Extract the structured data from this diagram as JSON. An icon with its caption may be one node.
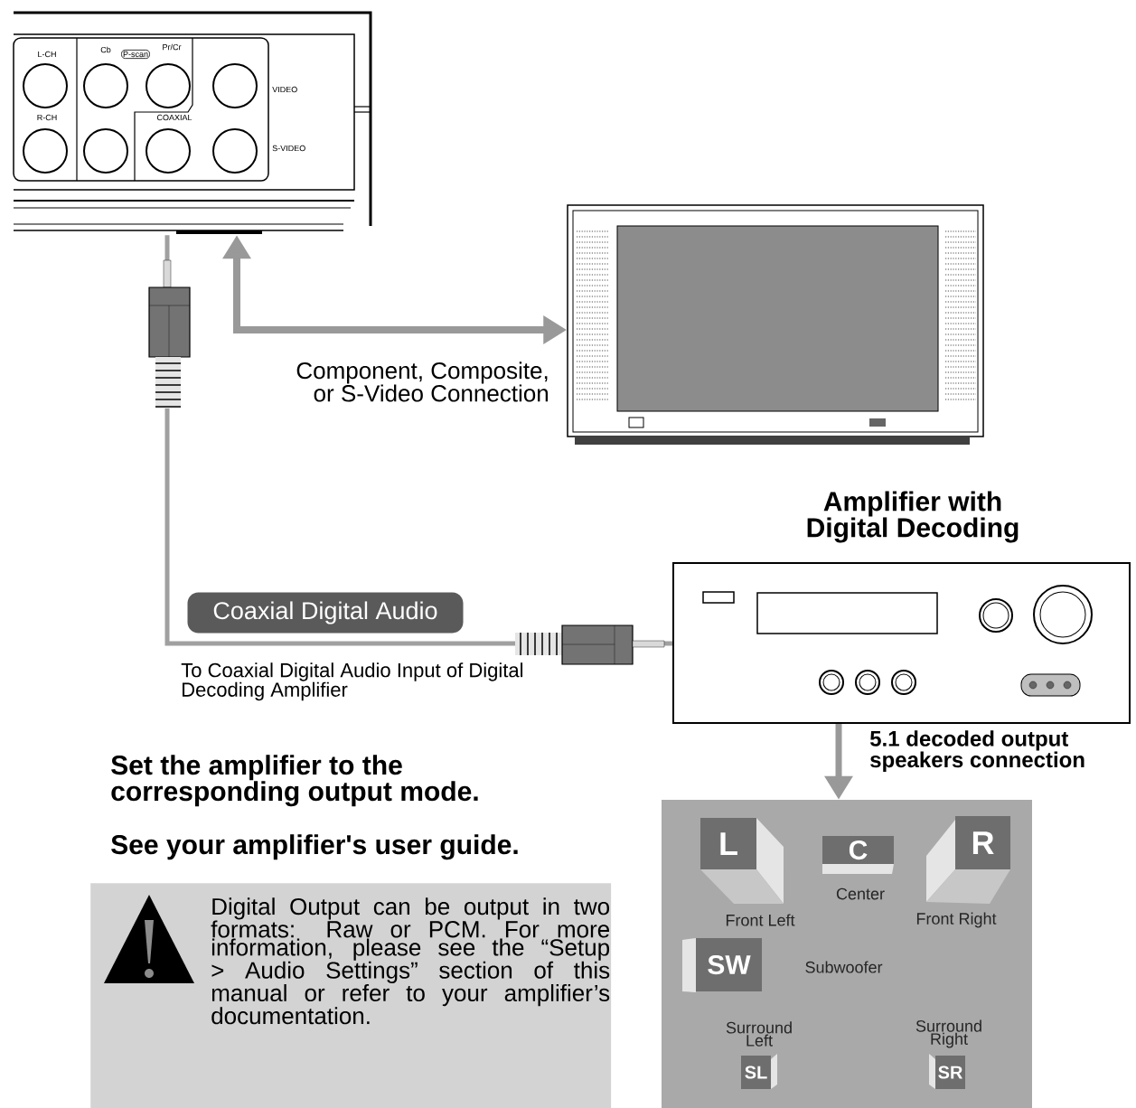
{
  "diagram": {
    "nodes": [
      {
        "text": [
          "L-CH",
          "Cb",
          "P-scan",
          "Pr/Cr",
          "VIDEO",
          "R-CH",
          "COAXIAL",
          "S-VIDEO"
        ]
      },
      {
        "text": [],
        "shape": "picture"
      },
      {
        "text": [
          "Amplifier with Digital Decoding"
        ]
      },
      {
        "text": [],
        "shape": "box"
      },
      {
        "text": [
          "L",
          "Front Left"
        ],
        "in": 3
      },
      {
        "text": [
          "C",
          "Center"
        ],
        "in": 3
      },
      {
        "text": [
          "R",
          "Front Right"
        ],
        "in": 3
      },
      {
        "text": [
          "SW",
          "Subwoofer"
        ],
        "in": 3
      },
      {
        "text": [
          "Surround Left",
          "SL"
        ],
        "in": 3
      },
      {
        "text": [
          "Surround Right",
          "SR"
        ],
        "in": 3
      },
      {
        "text": [
          "Digital Output can be output in two formats: Raw or PCM. For more information, please see the “Setup > Audio Settings” section of this manual or refer to your amplifier’s documentation."
        ]
      }
    ],
    "edges": [
      {
        "from": 0,
        "to": 1,
        "arrow": "both",
        "label": "Component, Composite, or S-Video Connection"
      },
      {
        "from": 0,
        "to": 2,
        "arrow": "none",
        "label": "Coaxial Digital Audio"
      },
      {
        "from": 2,
        "to": 3,
        "arrow": "to",
        "label": "5.1 decoded output speakers connection"
      }
    ],
    "labels": [
      "To Coaxial Digital Audio Input of Digital Decoding Amplifier",
      "Set the amplifier to the corresponding output mode.",
      "See your amplifier's user guide."
    ]
  }
}
